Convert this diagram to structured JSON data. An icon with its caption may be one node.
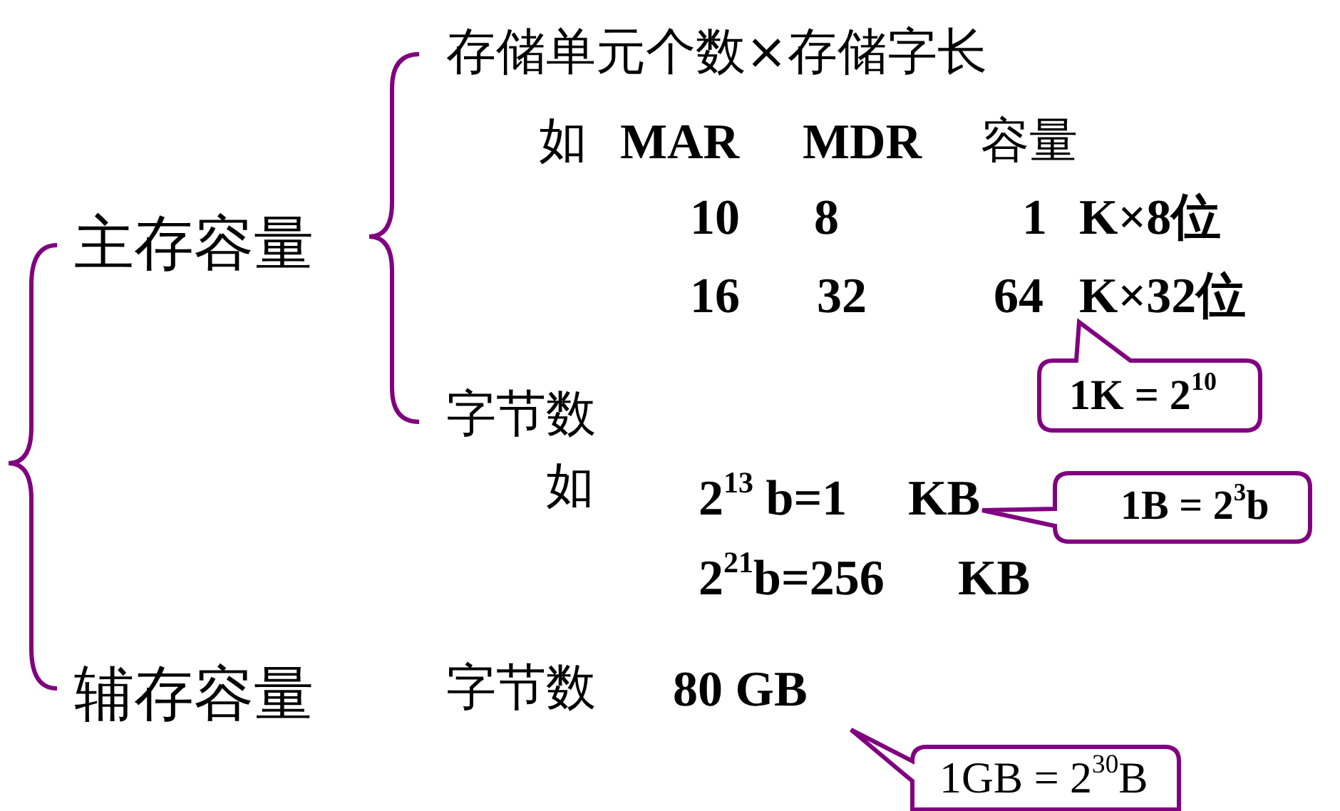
{
  "diagram": {
    "nodes": [
      {
        "text": [
          "1K = 2$^{10}$"
        ]
      },
      {
        "text": [
          "1B = 2$^{3}$b"
        ]
      },
      {
        "text": [
          "1GB = 2$^{30}$B"
        ]
      }
    ],
    "labels": [
      "存储单元个数×存储字长",
      "如",
      "MAR",
      "MDR",
      "容量",
      "10",
      "8",
      "1",
      "K×8位",
      "16",
      "32",
      "64",
      "K×32位",
      "主存容量",
      "字节数",
      "如",
      "2$^{13}$ b=1",
      "KB",
      "2$^{21}$b=256",
      "KB",
      "辅存容量",
      "字节数",
      "80 GB"
    ]
  }
}
